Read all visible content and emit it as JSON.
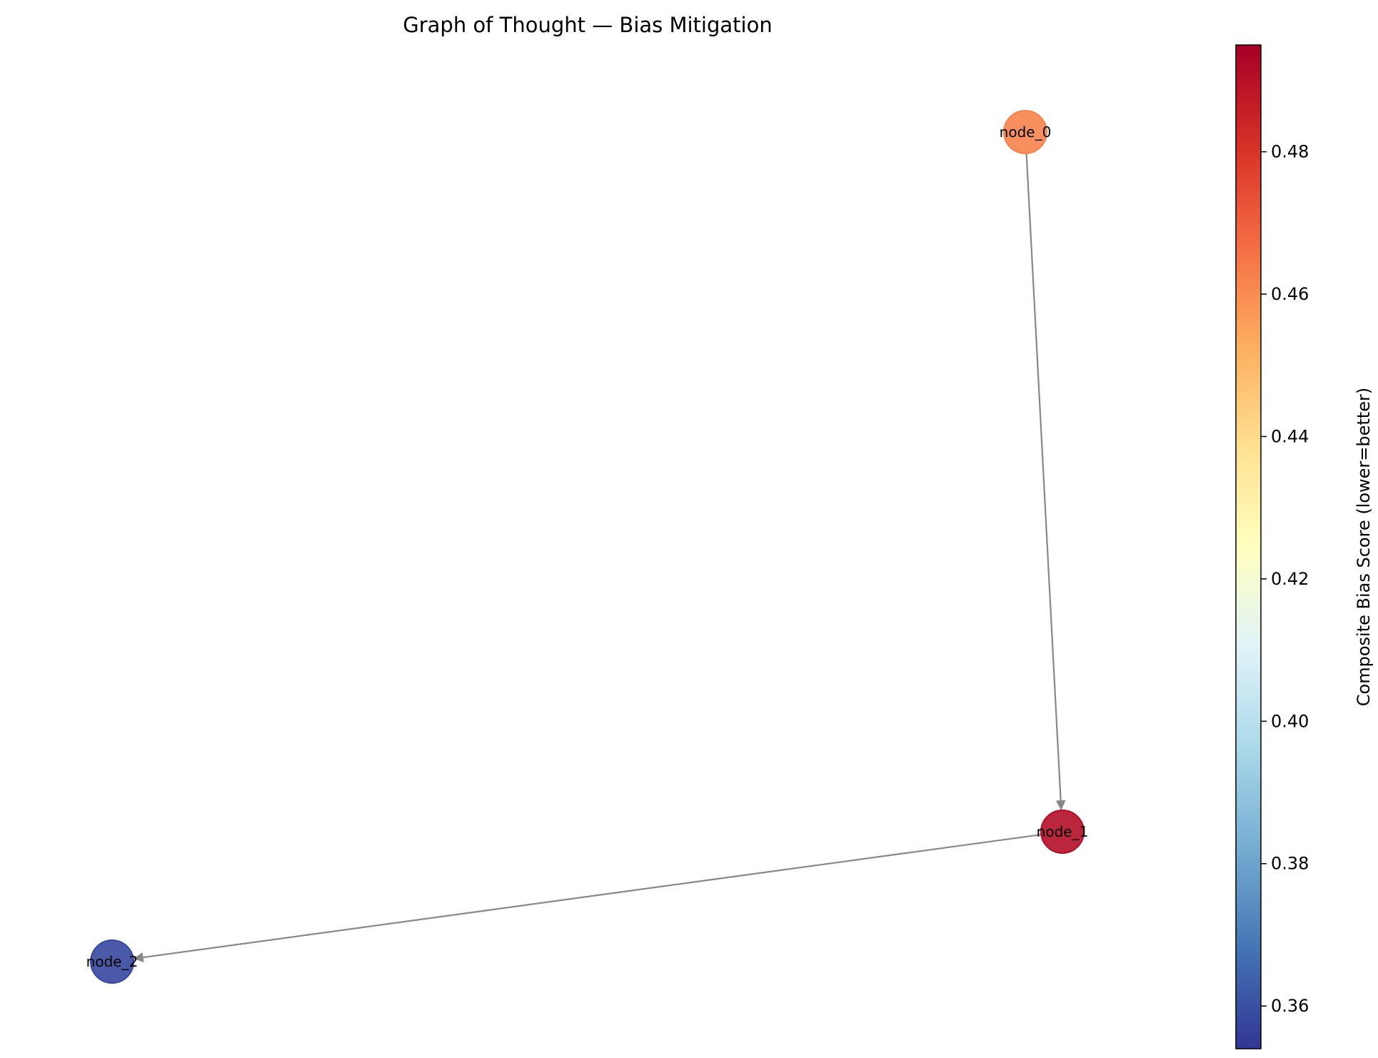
{
  "title": "Graph of Thought — Bias Mitigation",
  "graph": {
    "nodes": [
      {
        "id": "node_0",
        "label": "node_0",
        "score": 0.462
      },
      {
        "id": "node_1",
        "label": "node_1",
        "score": 0.491
      },
      {
        "id": "node_2",
        "label": "node_2",
        "score": 0.358
      }
    ],
    "edges": [
      {
        "from": "node_0",
        "to": "node_1",
        "directed": true
      },
      {
        "from": "node_1",
        "to": "node_2",
        "directed": true
      }
    ],
    "edge_color": "#888888"
  },
  "colorbar": {
    "label": "Composite Bias Score (lower=better)",
    "colormap": "RdYlBu_r",
    "range": [
      0.354,
      0.495
    ],
    "ticks": [
      0.36,
      0.38,
      0.4,
      0.42,
      0.44,
      0.46,
      0.48
    ],
    "tick_labels": [
      "0.36",
      "0.38",
      "0.40",
      "0.42",
      "0.44",
      "0.46",
      "0.48"
    ]
  },
  "colors": {
    "cmap_stops": [
      "#313695",
      "#4575b4",
      "#74add1",
      "#abd9e9",
      "#e0f3f8",
      "#ffffbf",
      "#fee090",
      "#fdae61",
      "#f46d43",
      "#d73027",
      "#a50026"
    ]
  }
}
